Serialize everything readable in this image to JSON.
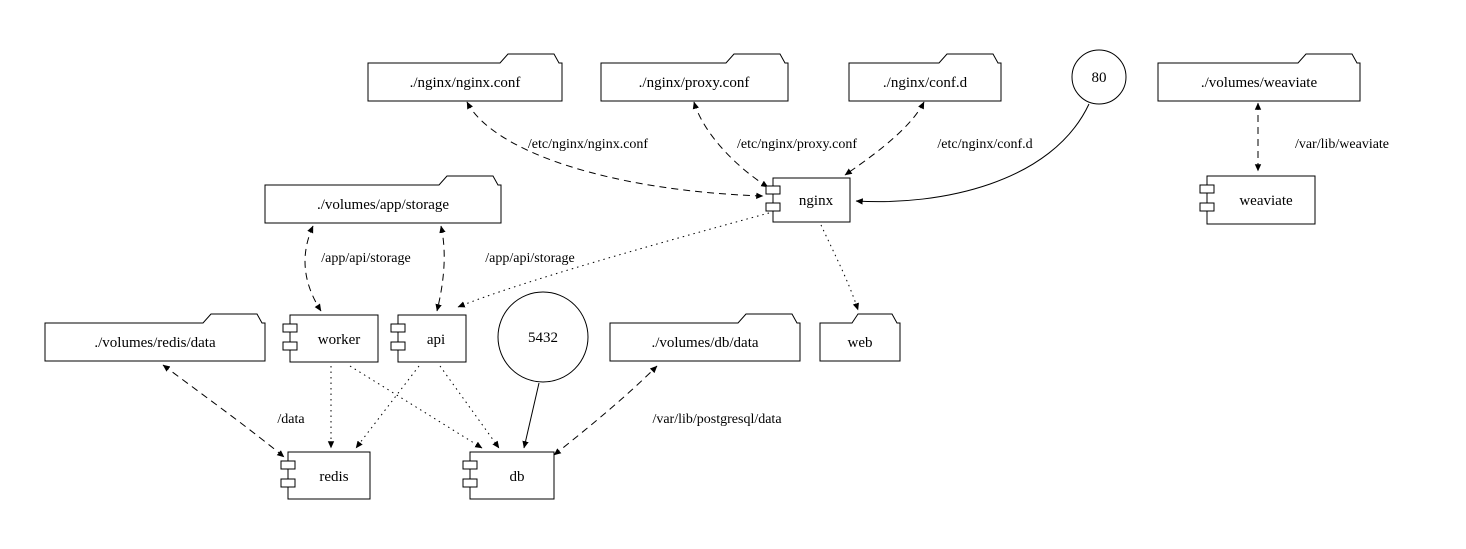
{
  "diagram": {
    "nodes": {
      "nginx_conf": {
        "label": "./nginx/nginx.conf",
        "shape": "folder"
      },
      "proxy_conf": {
        "label": "./nginx/proxy.conf",
        "shape": "folder"
      },
      "conf_d": {
        "label": "./nginx/conf.d",
        "shape": "folder"
      },
      "port_80": {
        "label": "80",
        "shape": "circle"
      },
      "volumes_weaviate": {
        "label": "./volumes/weaviate",
        "shape": "folder"
      },
      "volumes_app_storage": {
        "label": "./volumes/app/storage",
        "shape": "folder"
      },
      "nginx": {
        "label": "nginx",
        "shape": "component"
      },
      "weaviate": {
        "label": "weaviate",
        "shape": "component"
      },
      "volumes_redis_data": {
        "label": "./volumes/redis/data",
        "shape": "folder"
      },
      "worker": {
        "label": "worker",
        "shape": "component"
      },
      "api": {
        "label": "api",
        "shape": "component"
      },
      "port_5432": {
        "label": "5432",
        "shape": "circle"
      },
      "volumes_db_data": {
        "label": "./volumes/db/data",
        "shape": "folder"
      },
      "web": {
        "label": "web",
        "shape": "folder"
      },
      "redis": {
        "label": "redis",
        "shape": "component"
      },
      "db": {
        "label": "db",
        "shape": "component"
      }
    },
    "edge_labels": {
      "etc_nginx_nginx_conf": "/etc/nginx/nginx.conf",
      "etc_nginx_proxy_conf": "/etc/nginx/proxy.conf",
      "etc_nginx_conf_d": "/etc/nginx/conf.d",
      "var_lib_weaviate": "/var/lib/weaviate",
      "app_api_storage_worker": "/app/api/storage",
      "app_api_storage_api": "/app/api/storage",
      "data": "/data",
      "var_lib_postgresql_data": "/var/lib/postgresql/data"
    },
    "colors": {
      "stroke": "#000000",
      "fill": "#ffffff",
      "background": "#ffffff"
    }
  }
}
